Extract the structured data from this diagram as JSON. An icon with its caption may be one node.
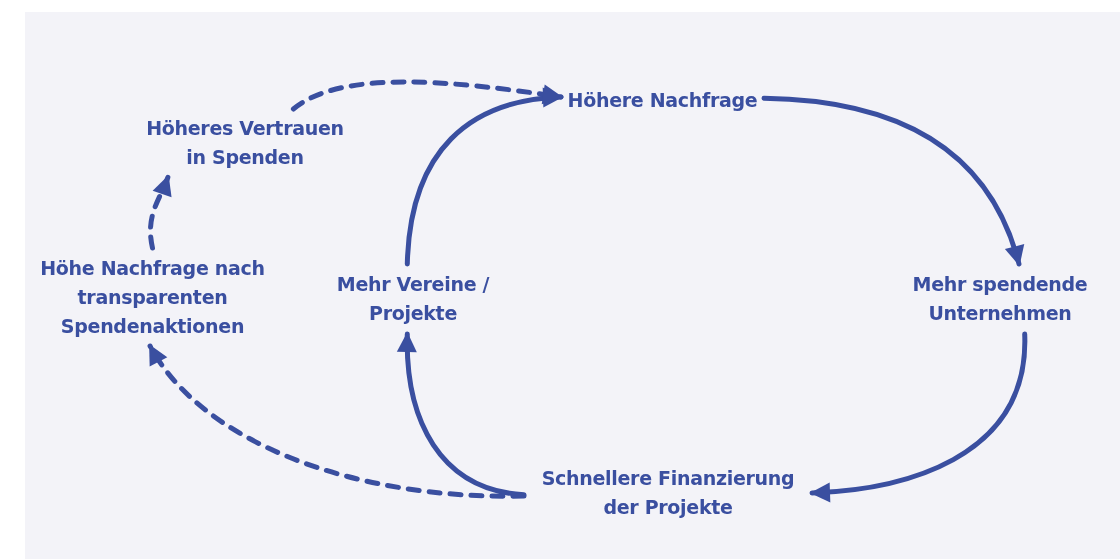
{
  "diagram": {
    "nodes": [
      {
        "text": [
          "Höhere Nachfrage"
        ]
      },
      {
        "text": [
          "Mehr spendende Unternehmen"
        ]
      },
      {
        "text": [
          "Schnellere Finanzierung der Projekte"
        ]
      },
      {
        "text": [
          "Mehr Vereine / Projekte"
        ]
      },
      {
        "text": [
          "Höhe Nachfrage nach transparenten Spendenaktionen"
        ]
      },
      {
        "text": [
          "Höheres Vertrauen in Spenden"
        ]
      }
    ],
    "edges": [
      {
        "from": 0,
        "to": 1,
        "arrow": "to"
      },
      {
        "from": 1,
        "to": 2,
        "arrow": "to"
      },
      {
        "from": 2,
        "to": 3,
        "arrow": "to"
      },
      {
        "from": 3,
        "to": 0,
        "arrow": "to"
      },
      {
        "from": 2,
        "to": 4,
        "arrow": "to",
        "style": "dashed"
      },
      {
        "from": 4,
        "to": 5,
        "arrow": "to",
        "style": "dashed"
      },
      {
        "from": 5,
        "to": 0,
        "arrow": "to",
        "style": "dashed"
      }
    ]
  }
}
